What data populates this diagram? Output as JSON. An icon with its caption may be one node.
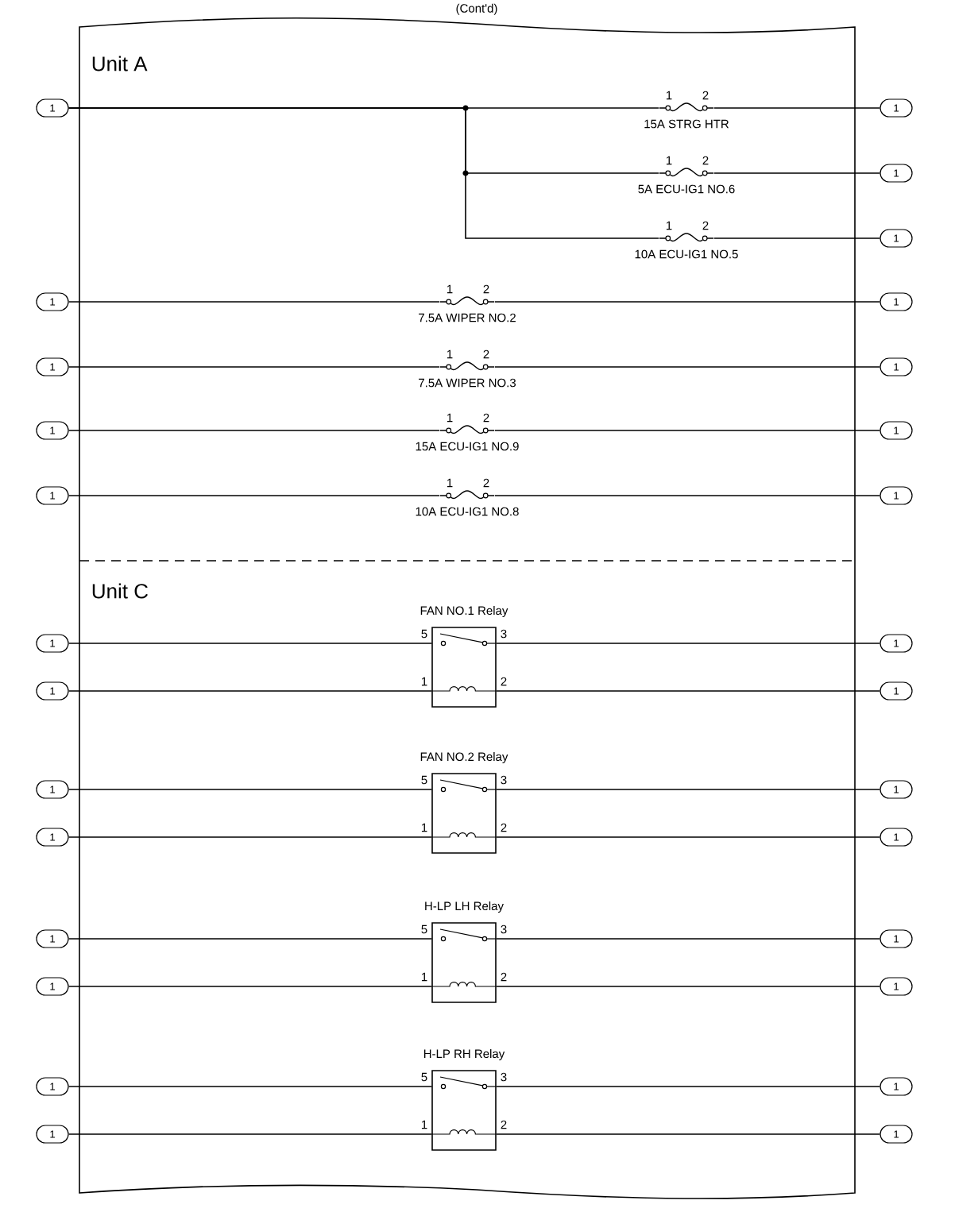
{
  "diagram": {
    "title": "(Cont'd)",
    "nodes": [
      {
        "text": [
          "Unit A"
        ]
      },
      {
        "text": [
          "Unit C"
        ]
      },
      {
        "text": [
          "1"
        ]
      },
      {
        "text": [
          "1",
          "2",
          "15A STRG HTR"
        ],
        "in": 0
      },
      {
        "text": [
          "1"
        ]
      },
      {
        "text": [
          "1",
          "2",
          "5A ECU-IG1 NO.6"
        ],
        "in": 0
      },
      {
        "text": [
          "1"
        ]
      },
      {
        "text": [
          "1",
          "2",
          "10A ECU-IG1 NO.5"
        ],
        "in": 0
      },
      {
        "text": [
          "1"
        ]
      },
      {
        "text": [
          "1"
        ]
      },
      {
        "text": [
          "1",
          "2",
          "7.5A WIPER NO.2"
        ],
        "in": 0
      },
      {
        "text": [
          "1"
        ]
      },
      {
        "text": [
          "1"
        ]
      },
      {
        "text": [
          "1",
          "2",
          "7.5A WIPER NO.3"
        ],
        "in": 0
      },
      {
        "text": [
          "1"
        ]
      },
      {
        "text": [
          "1"
        ]
      },
      {
        "text": [
          "1",
          "2",
          "15A ECU-IG1 NO.9"
        ],
        "in": 0
      },
      {
        "text": [
          "1"
        ]
      },
      {
        "text": [
          "1"
        ]
      },
      {
        "text": [
          "1",
          "2",
          "10A ECU-IG1 NO.8"
        ],
        "in": 0
      },
      {
        "text": [
          "1"
        ]
      },
      {
        "text": [
          "1"
        ]
      },
      {
        "text": [
          "1"
        ]
      },
      {
        "text": [
          "FAN NO.1 Relay",
          "5",
          "3",
          "1",
          "2"
        ],
        "in": 1
      },
      {
        "text": [
          "1"
        ]
      },
      {
        "text": [
          "1"
        ]
      },
      {
        "text": [
          "1"
        ]
      },
      {
        "text": [
          "1"
        ]
      },
      {
        "text": [
          "FAN NO.2 Relay",
          "5",
          "3",
          "1",
          "2"
        ],
        "in": 1
      },
      {
        "text": [
          "1"
        ]
      },
      {
        "text": [
          "1"
        ]
      },
      {
        "text": [
          "1"
        ]
      },
      {
        "text": [
          "1"
        ]
      },
      {
        "text": [
          "H-LP LH Relay",
          "5",
          "3",
          "1",
          "2"
        ],
        "in": 1
      },
      {
        "text": [
          "1"
        ]
      },
      {
        "text": [
          "1"
        ]
      },
      {
        "text": [
          "1"
        ]
      },
      {
        "text": [
          "1"
        ]
      },
      {
        "text": [
          "H-LP RH Relay",
          "5",
          "3",
          "1",
          "2"
        ],
        "in": 1
      },
      {
        "text": [
          "1"
        ]
      },
      {
        "text": [
          "1"
        ]
      }
    ],
    "edges": [
      {
        "from": 2,
        "to": 3,
        "arrow": "none"
      },
      {
        "from": 2,
        "to": 5,
        "arrow": "none"
      },
      {
        "from": 2,
        "to": 7,
        "arrow": "none"
      },
      {
        "from": 3,
        "to": 4,
        "arrow": "none"
      },
      {
        "from": 5,
        "to": 6,
        "arrow": "none"
      },
      {
        "from": 7,
        "to": 8,
        "arrow": "none"
      },
      {
        "from": 9,
        "to": 10,
        "arrow": "none"
      },
      {
        "from": 10,
        "to": 11,
        "arrow": "none"
      },
      {
        "from": 12,
        "to": 13,
        "arrow": "none"
      },
      {
        "from": 13,
        "to": 14,
        "arrow": "none"
      },
      {
        "from": 15,
        "to": 16,
        "arrow": "none"
      },
      {
        "from": 16,
        "to": 17,
        "arrow": "none"
      },
      {
        "from": 18,
        "to": 19,
        "arrow": "none"
      },
      {
        "from": 19,
        "to": 20,
        "arrow": "none"
      },
      {
        "from": 21,
        "to": 23,
        "arrow": "none"
      },
      {
        "from": 22,
        "to": 23,
        "arrow": "none"
      },
      {
        "from": 23,
        "to": 24,
        "arrow": "none"
      },
      {
        "from": 23,
        "to": 25,
        "arrow": "none"
      },
      {
        "from": 26,
        "to": 28,
        "arrow": "none"
      },
      {
        "from": 27,
        "to": 28,
        "arrow": "none"
      },
      {
        "from": 28,
        "to": 29,
        "arrow": "none"
      },
      {
        "from": 28,
        "to": 30,
        "arrow": "none"
      },
      {
        "from": 31,
        "to": 33,
        "arrow": "none"
      },
      {
        "from": 32,
        "to": 33,
        "arrow": "none"
      },
      {
        "from": 33,
        "to": 34,
        "arrow": "none"
      },
      {
        "from": 33,
        "to": 35,
        "arrow": "none"
      },
      {
        "from": 36,
        "to": 38,
        "arrow": "none"
      },
      {
        "from": 37,
        "to": 38,
        "arrow": "none"
      },
      {
        "from": 38,
        "to": 39,
        "arrow": "none"
      },
      {
        "from": 38,
        "to": 40,
        "arrow": "none"
      }
    ]
  }
}
